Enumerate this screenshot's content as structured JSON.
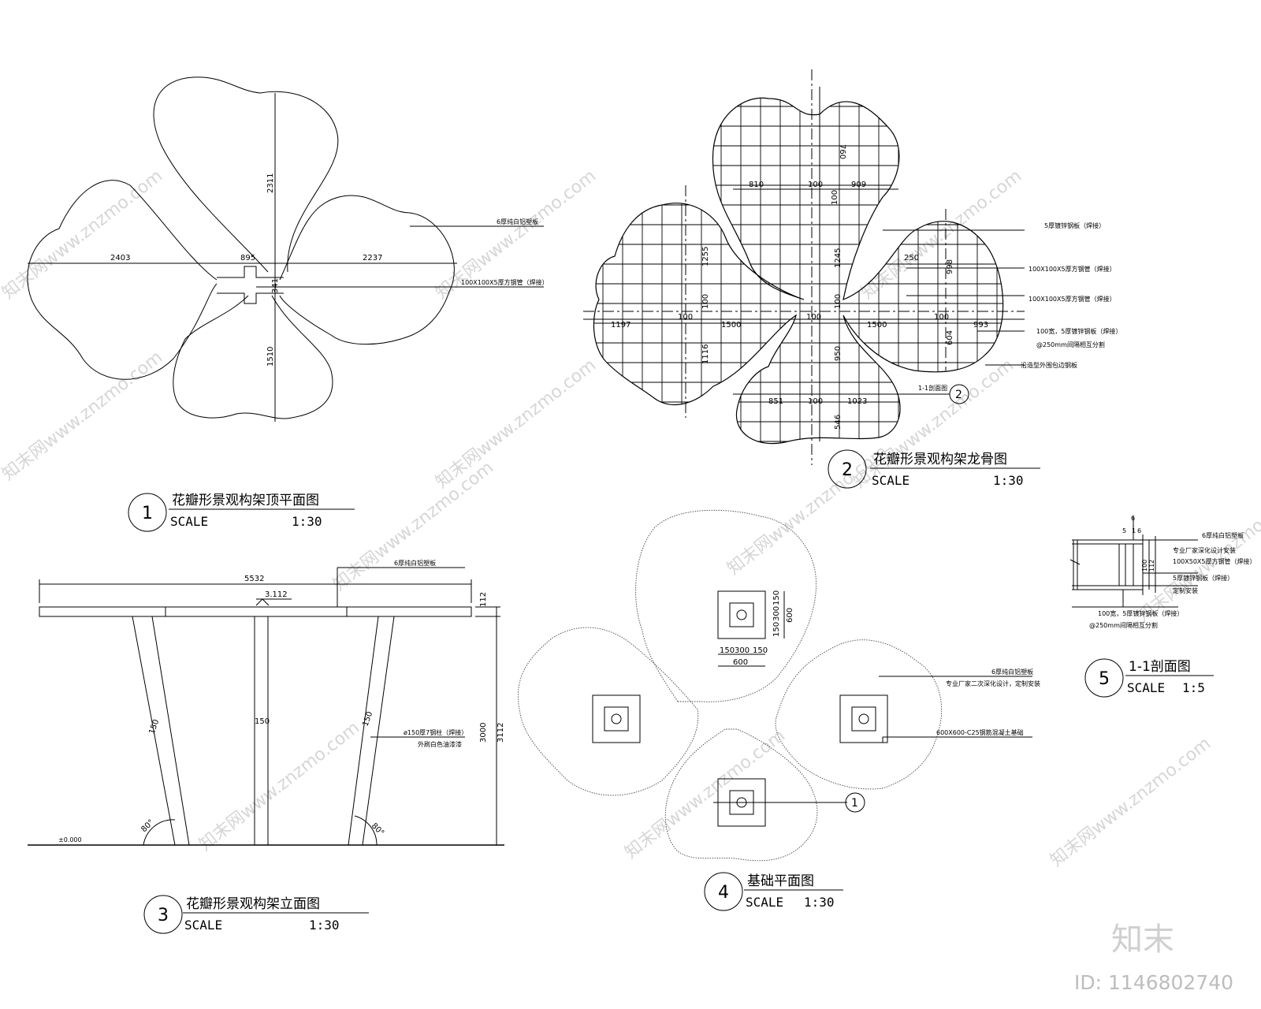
{
  "views": [
    {
      "number": "1",
      "title": "花瓣形景观构架顶平面图",
      "scale_label": "SCALE",
      "scale_value": "1:30"
    },
    {
      "number": "2",
      "title": "花瓣形景观构架龙骨图",
      "scale_label": "SCALE",
      "scale_value": "1:30"
    },
    {
      "number": "3",
      "title": "花瓣形景观构架立面图",
      "scale_label": "SCALE",
      "scale_value": "1:30"
    },
    {
      "number": "4",
      "title": "基础平面图",
      "scale_label": "SCALE",
      "scale_value": "1:30"
    },
    {
      "number": "5",
      "title": "1-1剖面图",
      "scale_label": "SCALE",
      "scale_value": "1:5"
    }
  ],
  "plan1": {
    "dims": {
      "left": "2403",
      "center": "895",
      "right": "2237",
      "top": "2311",
      "bottom": "1510",
      "mid": "341"
    },
    "notes": {
      "panel": "6厚纯白铝塑板",
      "tube": "100X100X5厚方钢管（焊接）"
    }
  },
  "plan2": {
    "dims": {
      "t1": "810",
      "t2": "100",
      "t3": "909",
      "tv": "760",
      "tv2": "100",
      "tv3": "1245",
      "l1": "1197",
      "l2": "100",
      "l3": "1500",
      "c": "100",
      "r1": "1500",
      "r2": "100",
      "r3": "993",
      "lv1": "1255",
      "lv2": "100",
      "lv3": "1116",
      "rv1": "998",
      "rv2": "250",
      "rv3": "604",
      "cv": "100",
      "b1": "851",
      "b2": "100",
      "b3": "1023",
      "bv1": "950",
      "bv2": "546"
    },
    "notes": {
      "n1": "5厚镀锌钢板（焊接）",
      "n2": "100X100X5厚方钢管（焊接）",
      "n3": "100X100X5厚方钢管（焊接）",
      "n4": "100宽，5厚镀锌钢板（焊接）",
      "n5": "@250mm间隔相互分割",
      "n6": "沿造型外围包边钢板",
      "section": "1-1剖面图",
      "section_ref": "2"
    }
  },
  "elevation3": {
    "dims": {
      "width": "5532",
      "top": "112",
      "h1": "3000",
      "h2": "3112",
      "elev": "3.112",
      "col1": "150",
      "col2": "150",
      "col3": "150",
      "angle": "80°",
      "ground": "±0.000"
    },
    "notes": {
      "panel": "6厚纯白铝塑板",
      "column": "ø150厚7钢柱（焊接）",
      "finish": "外刷白色油漆漆"
    }
  },
  "foundation4": {
    "dims": {
      "a": "150",
      "b": "300",
      "c": "150",
      "w": "600",
      "va": "150",
      "vb": "300",
      "vc": "150",
      "vw": "600"
    },
    "notes": {
      "panel": "6厚纯白铝塑板",
      "design": "专业厂家二次深化设计，定制安装",
      "base": "600X600-C25钢筋混凝土基础"
    },
    "ref": "1"
  },
  "section5": {
    "dims": {
      "d1": "6",
      "d2": "5",
      "d3": "1",
      "d4": "6",
      "d5": "100",
      "d6": "112"
    },
    "notes": {
      "n1": "6厚纯白铝塑板",
      "n2": "专业厂家深化设计安装",
      "n3": "100X50X5厚方钢管（焊接）",
      "n4": "5厚镀锌钢板（焊接）",
      "n5": "定制安装",
      "n6": "100宽，5厚镀锌钢板（焊接）",
      "n7": "@250mm间隔相互分割"
    }
  },
  "watermark": "知末网www.znzmo.com",
  "brand": "知末",
  "image_id": "ID: 1146802740"
}
